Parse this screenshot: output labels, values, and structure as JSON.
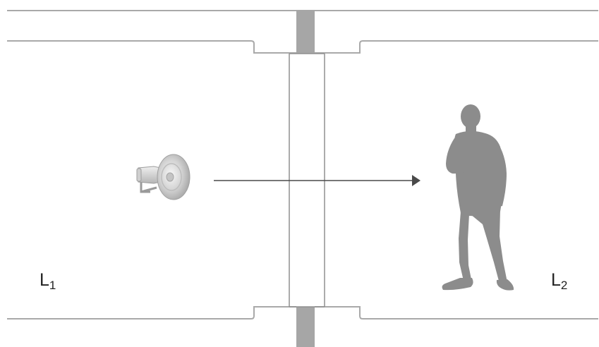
{
  "labels": {
    "source_room": {
      "main": "L",
      "sub": "1"
    },
    "receiving_room": {
      "main": "L",
      "sub": "2"
    }
  },
  "colors": {
    "structure_line": "#a9a9a9",
    "wall_fill": "#a6a6a6",
    "person_fill": "#8c8c8c",
    "arrow": "#4a4a4a",
    "speaker_light": "#e9e9e9",
    "speaker_dark": "#a3a3a3"
  },
  "icons": {
    "sound_source": "loudspeaker-horn-icon",
    "listener": "standing-person-icon",
    "direction": "arrow-right-icon"
  }
}
